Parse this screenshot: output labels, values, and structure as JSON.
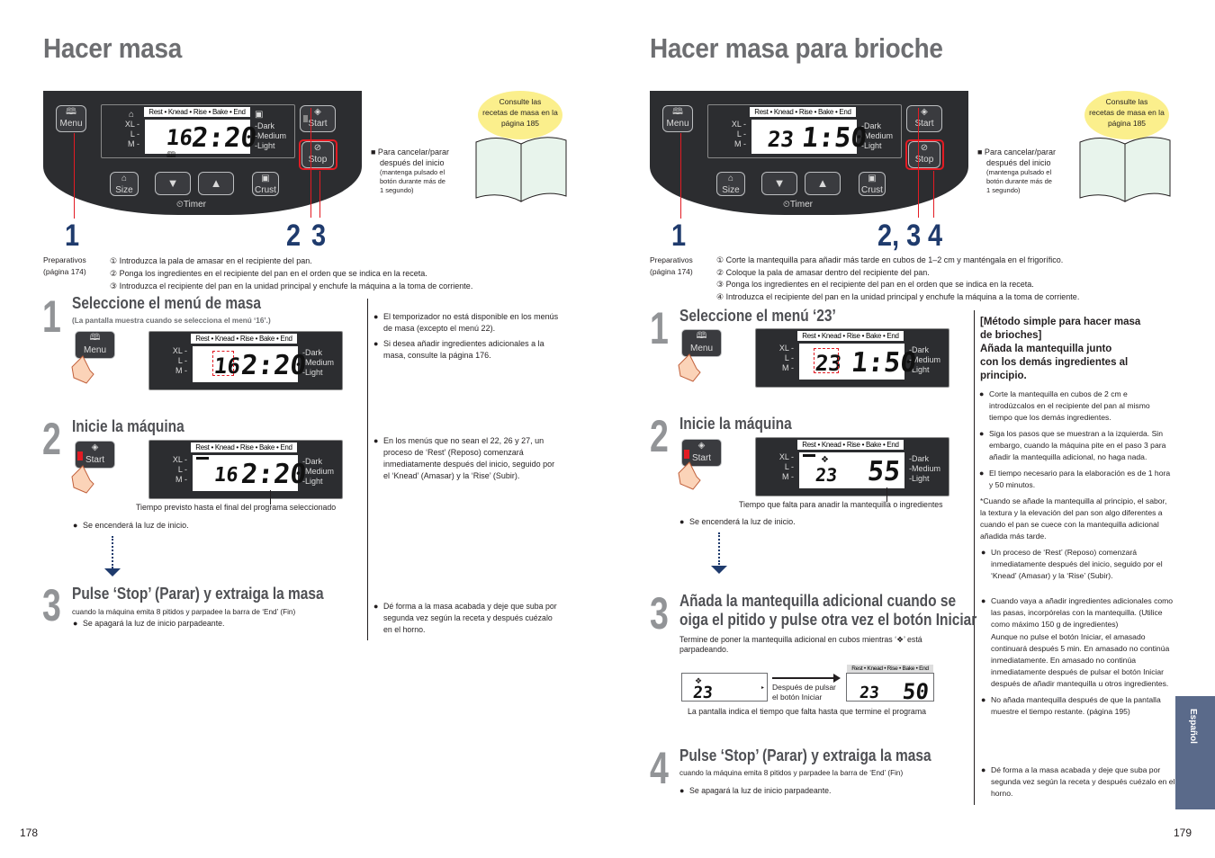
{
  "left": {
    "title": "Hacer masa",
    "panel": {
      "menu_label": "Menu",
      "segbar": "Rest • Knead • Rise • Bake • End",
      "sizes": [
        "XL -",
        "L -",
        "M -"
      ],
      "crusts": [
        "-Dark",
        "-Medium",
        "-Light"
      ],
      "digits_menu": "16",
      "digits_time": "2:20",
      "start_label": "Start",
      "stop_label": "Stop",
      "size_label": "Size",
      "crust_label": "Crust",
      "timer_label": "Timer",
      "down_glyph": "▼",
      "up_glyph": "▲"
    },
    "callout_numbers": [
      "1",
      "2",
      "3"
    ],
    "cancel_note_title": "■ Para cancelar/parar",
    "cancel_note_line2": "después del inicio",
    "cancel_note_small": [
      "(mantenga pulsado el",
      "botón durante más de",
      "1 segundo)"
    ],
    "bubble": [
      "Consulte las",
      "recetas de masa en la",
      "página 185"
    ],
    "prep_label": [
      "Preparativos",
      "(página 174)"
    ],
    "prep_items": [
      "① Introduzca la pala de amasar en el recipiente del pan.",
      "② Ponga los ingredientes en el recipiente del pan en el orden que se indica en la receta.",
      "③ Introduzca el recipiente del pan en la unidad principal y enchufe la máquina a la toma de corriente."
    ],
    "step1": {
      "num": "1",
      "heading": "Seleccione el menú de masa",
      "sub": "(La pantalla muestra cuando se selecciona el menú ‘16’.)",
      "lcd_menu": "16",
      "lcd_time": "2:20",
      "notes": [
        "El temporizador no está disponible en los menús de masa (excepto el menú 22).",
        "Si desea añadir ingredientes adicionales a la masa, consulte la página 176."
      ]
    },
    "step2": {
      "num": "2",
      "heading": "Inicie la máquina",
      "lcd_menu": "16",
      "lcd_time": "2:20",
      "caption": "Tiempo previsto hasta el final del programa seleccionado",
      "bullet": "Se encenderá la luz de inicio.",
      "notes": [
        "En los menús que no sean el 22, 26 y 27, un proceso de ‘Rest’ (Reposo) comenzará inmediatamente después del inicio, seguido por el ‘Knead’ (Amasar) y la ‘Rise’ (Subir)."
      ]
    },
    "step3": {
      "num": "3",
      "heading": "Pulse ‘Stop’ (Parar) y extraiga la masa",
      "line1": "cuando la máquina emita 8 pitidos y parpadee la barra de ‘End’ (Fin)",
      "bullet": "Se apagará la luz de inicio parpadeante.",
      "notes": [
        "Dé forma a la masa acabada y deje que suba por segunda vez según la receta y después cuézalo en el horno."
      ]
    },
    "page_number": "178"
  },
  "right": {
    "title": "Hacer masa para brioche",
    "panel": {
      "digits_menu": "23",
      "digits_time": "1:50"
    },
    "callout_numbers": [
      "1",
      "2, 3",
      "4"
    ],
    "prep_items": [
      "① Corte la mantequilla para añadir más tarde en cubos de 1–2 cm y manténgala en el frigorífico.",
      "② Coloque la pala de amasar dentro del recipiente del pan.",
      "③ Ponga los ingredientes en el recipiente del pan en el orden que se indica en la receta.",
      "④ Introduzca el recipiente del pan en la unidad principal y enchufe la máquina a la toma de corriente."
    ],
    "step1": {
      "num": "1",
      "heading": "Seleccione el menú ‘23’",
      "lcd_menu": "23",
      "lcd_time": "1:50"
    },
    "step2": {
      "num": "2",
      "heading": "Inicie la máquina",
      "lcd_menu": "23",
      "lcd_time": "55",
      "caption": "Tiempo que falta para anadir la mantequilla o ingredientes",
      "bullet": "Se encenderá la luz de inicio."
    },
    "step3": {
      "num": "3",
      "heading_l1": "Añada la mantequilla adicional cuando se",
      "heading_l2": "oiga el pitido y pulse otra vez el botón Iniciar",
      "line1": "Termine de poner la mantequilla adicional en cubos mientras ‘",
      "line1b": "’ está",
      "line2": "parpadeando.",
      "box1_digits": "23",
      "after_press": [
        "Después de pulsar",
        "el botón Iniciar"
      ],
      "box2_digits_menu": "23",
      "box2_digits_time": "50",
      "caption": "La pantalla indica el tiempo que falta hasta que termine el programa"
    },
    "step4": {
      "num": "4",
      "heading": "Pulse ‘Stop’ (Parar) y extraiga la masa",
      "line1": "cuando la máquina emita 8 pitidos y parpadee la barra de ‘End’ (Fin)",
      "bullet": "Se apagará la luz de inicio parpadeante."
    },
    "method": {
      "title": [
        "[Método simple para hacer masa",
        "de brioches]",
        "Añada la mantequilla junto",
        "con los demás ingredientes al",
        "principio."
      ],
      "bullets": [
        "Corte la mantequilla en cubos de 2 cm e introdúzcalos en el recipiente del pan al mismo tiempo que los demás ingredientes.",
        "Siga los pasos que se muestran a la izquierda. Sin embargo, cuando la máquina pite en el paso 3 para añadir la mantequilla adicional, no haga nada.",
        "El tiempo necesario para la elaboración es de 1 hora y 50 minutos."
      ],
      "asterisk": "*Cuando se añade la mantequilla al principio, el sabor, la textura y la elevación del pan son algo diferentes a cuando el pan se cuece con la mantequilla adicional añadida más tarde.",
      "bullet_rest": "Un proceso de ‘Rest’ (Reposo) comenzará inmediatamente después del inicio, seguido por el ‘Knead’ (Amasar) y la ‘Rise’ (Subir)."
    },
    "step3_notes": [
      "Cuando vaya a añadir ingredientes adicionales como las pasas, incorpórelas con la mantequilla. (Utilice como máximo 150 g de ingredientes)",
      "Aunque no pulse el botón Iniciar, el amasado continuará después 5 min. En amasado no continúa inmediatamente. En amasado no continúa inmediatamente después de pulsar el botón Iniciar después de añadir mantequilla u otros ingredientes.",
      "No añada mantequilla después de que la pantalla muestre el tiempo restante. (página 195)"
    ],
    "step4_note": "Dé forma a la masa acabada y deje que suba por segunda vez según la receta y después cuézalo en el horno.",
    "side_tab": "Español",
    "page_number": "179"
  },
  "colors": {
    "panel": "#2c2d30",
    "accent_red": "#e31b23",
    "callout_blue": "#1f3b6d",
    "heading_gray": "#4f5054",
    "bubble_yellow": "#fbef8c",
    "tab_blue": "#5a6a8a"
  },
  "icons": [
    "book-icon",
    "bread-size-icon",
    "crust-icon",
    "start-icon",
    "stop-icon",
    "timer-icon",
    "hand-pointer-icon",
    "butter-icon",
    "open-book-icon"
  ]
}
